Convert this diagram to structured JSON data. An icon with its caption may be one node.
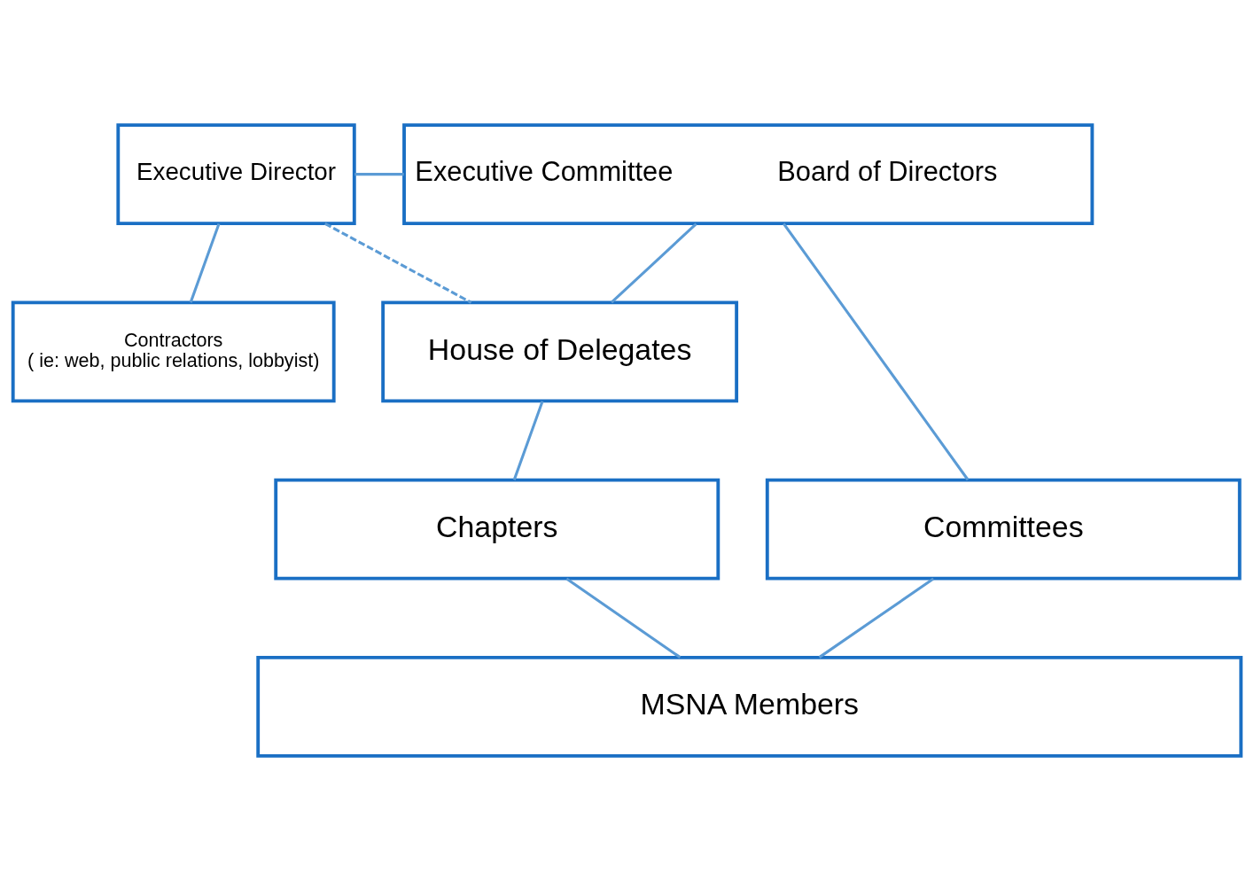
{
  "diagram": {
    "nodes": [
      {
        "text": [
          "Executive Director"
        ]
      },
      {
        "text": [
          "Executive Committee",
          "Board of Directors"
        ]
      },
      {
        "text": [
          "Contractors",
          "( ie: web, public relations, lobbyist)"
        ]
      },
      {
        "text": [
          "House of Delegates"
        ]
      },
      {
        "text": [
          "Chapters"
        ]
      },
      {
        "text": [
          "Committees"
        ]
      },
      {
        "text": [
          "MSNA Members"
        ]
      }
    ],
    "edges": [
      {
        "from": 0,
        "to": 1,
        "arrow": "none"
      },
      {
        "from": 0,
        "to": 2,
        "arrow": "none"
      },
      {
        "from": 0,
        "to": 3,
        "arrow": "none",
        "style": "dashed"
      },
      {
        "from": 1,
        "to": 3,
        "arrow": "none"
      },
      {
        "from": 1,
        "to": 5,
        "arrow": "none"
      },
      {
        "from": 3,
        "to": 4,
        "arrow": "none"
      },
      {
        "from": 4,
        "to": 6,
        "arrow": "none"
      },
      {
        "from": 5,
        "to": 6,
        "arrow": "none"
      }
    ]
  }
}
